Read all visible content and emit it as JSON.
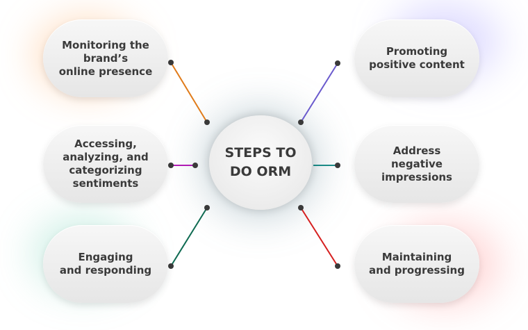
{
  "center": {
    "label": "STEPS TO\nDO ORM"
  },
  "steps": [
    {
      "label": "Monitoring the\nbrand’s\nonline presence",
      "color": "#e07b1a"
    },
    {
      "label": "Accessing,\nanalyzing, and\ncategorizing\nsentiments",
      "color": "#b01bb4"
    },
    {
      "label": "Engaging\nand responding",
      "color": "#0f6b52"
    },
    {
      "label": "Promoting\npositive content",
      "color": "#6a5acd"
    },
    {
      "label": "Address\nnegative\nimpressions",
      "color": "#1a8a86"
    },
    {
      "label": "Maintaining\nand progressing",
      "color": "#d61f1f"
    }
  ]
}
